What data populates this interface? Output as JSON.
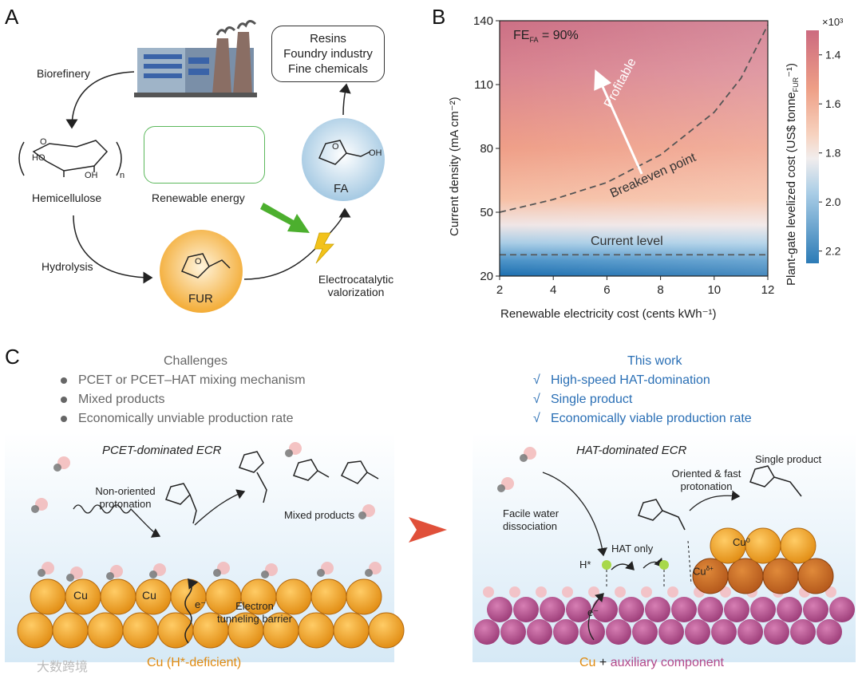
{
  "panels": {
    "a": "A",
    "b": "B",
    "c": "C"
  },
  "panel_a": {
    "biorefinery": "Biorefinery",
    "hemicellulose": "Hemicellulose",
    "hydrolysis": "Hydrolysis",
    "renewable_energy": "Renewable energy",
    "fur": "FUR",
    "fa": "FA",
    "electrocatalytic": "Electrocatalytic",
    "valorization": "valorization",
    "products": [
      "Resins",
      "Foundry industry",
      "Fine chemicals"
    ],
    "mol_ho": "HO",
    "mol_oh": "OH",
    "mol_o": "O",
    "mol_n": "n",
    "fa_oh": "OH",
    "fur_o": "O",
    "fa_o": "O",
    "colors": {
      "fur_circle": "#f5a623",
      "fa_circle": "#b9d6ea",
      "arrow_green": "#4caf2e",
      "bolt": "#f2c21b"
    }
  },
  "panel_b": {
    "fe_label": "FE",
    "fe_sub": "FA",
    "fe_value": "= 90%",
    "profitable": "Profitable",
    "breakeven": "Breakeven point",
    "current_level": "Current level",
    "colorbar_multiplier": "×10³",
    "colorbar_label": "Plant-gate levelized cost (US$ tonne",
    "colorbar_label_sub": "FUR",
    "colorbar_label_tail": "⁻¹)"
  },
  "chart_data": {
    "type": "heatmap",
    "xlabel": "Renewable electricity cost (cents kWh⁻¹)",
    "ylabel": "Current density (mA cm⁻²)",
    "x_ticks": [
      2,
      4,
      6,
      8,
      10,
      12
    ],
    "y_ticks": [
      20,
      50,
      80,
      110,
      140
    ],
    "xlim": [
      2,
      12
    ],
    "ylim": [
      20,
      140
    ],
    "colorbar_ticks": [
      "1.4",
      "1.6",
      "1.8",
      "2.0",
      "2.2"
    ],
    "colorbar_range": [
      1.3,
      2.25
    ],
    "breakeven_curve": {
      "x": [
        2,
        4,
        6,
        8,
        10,
        11,
        12
      ],
      "y": [
        50,
        56,
        64,
        77,
        97,
        113,
        138
      ]
    },
    "current_level_y": 30,
    "fe_percent": 90
  },
  "panel_c": {
    "challenges_title": "Challenges",
    "challenges": [
      "PCET or PCET–HAT mixing mechanism",
      "Mixed products",
      "Economically unviable production rate"
    ],
    "this_work_title": "This work",
    "this_work": [
      "High-speed HAT-domination",
      "Single product",
      "Economically viable production rate"
    ],
    "check": "√",
    "left_title": "PCET-dominated ECR",
    "right_title": "HAT-dominated ECR",
    "non_oriented": [
      "Non-oriented",
      "protonation"
    ],
    "mixed_products": "Mixed products",
    "electron_barrier": [
      "Electron",
      "tunneling barrier"
    ],
    "cu_label": "Cu",
    "electron": "e⁻",
    "left_caption": "Cu (H*-deficient)",
    "facile": [
      "Facile water",
      "dissociation"
    ],
    "hat_only": "HAT only",
    "h_star": "H*",
    "oriented": [
      "Oriented & fast",
      "protonation"
    ],
    "single_product": "Single product",
    "cu0": "Cu⁰",
    "cu_delta": "Cu",
    "cu_delta_sup": "δ+",
    "right_caption_cu": "Cu",
    "right_caption_plus": " + ",
    "right_caption_aux": "auxiliary component",
    "watermark": "大数跨境",
    "colors": {
      "cu": "#f0a030",
      "aux": "#b34a8a",
      "arrow_red": "#e0503a",
      "green_dot": "#a8d84a"
    }
  }
}
